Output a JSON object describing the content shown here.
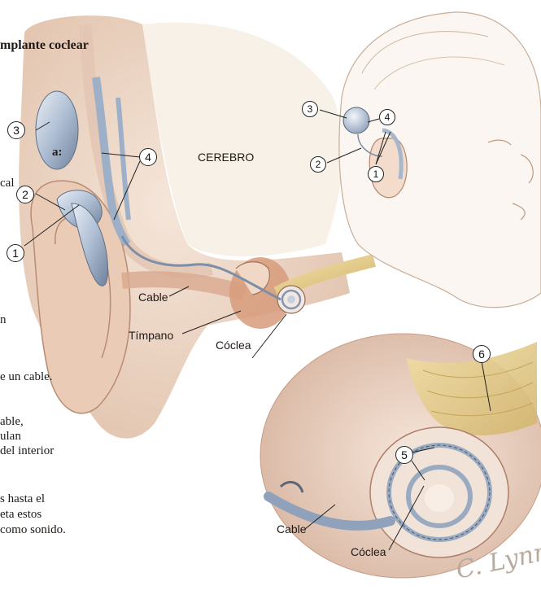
{
  "diagram": {
    "title": "mplante coclear",
    "side_text": [
      "a:",
      "cal",
      "n",
      "e un cable.",
      "able,",
      "ulan",
      " del interior",
      "s hasta el",
      "eta estos",
      "como sonido."
    ],
    "labels": {
      "cerebro": "CEREBRO",
      "cable_main": "Cable",
      "timpano": "Tímpano",
      "coclea_main": "Cóclea",
      "cable_inset": "Cable",
      "coclea_inset": "Cóclea"
    },
    "callouts": {
      "n1": "1",
      "n2": "2",
      "n3": "3",
      "n4": "4",
      "n5": "5",
      "n6": "6"
    },
    "signature": "C. Lynn"
  }
}
